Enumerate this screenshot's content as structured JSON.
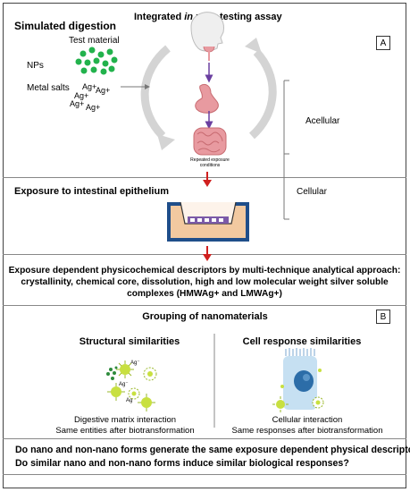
{
  "panel_a": {
    "label": "A",
    "title_prefix": "Integrated ",
    "title_italic": "in vitro",
    "title_suffix": " testing assay",
    "simulated_digestion": "Simulated digestion",
    "test_material": "Test material",
    "nps": "NPs",
    "metal_salts": "Metal salts",
    "ag_ion": "Ag+",
    "repeated_exposure_line1": "Repeated exposure",
    "repeated_exposure_line2": "conditions",
    "acellular": "Acellular",
    "cellular": "Cellular",
    "exposure_intestinal": "Exposure to intestinal epithelium",
    "descriptors_line1": "Exposure dependent physicochemical descriptors by multi-technique analytical approach:",
    "descriptors_line2": "crystallinity, chemical core, dissolution, high and low molecular weight silver soluble",
    "descriptors_line3": "complexes (HMWAg+ and LMWAg+)"
  },
  "panel_b": {
    "label": "B",
    "title": "Grouping of nanomaterials",
    "structural_title": "Structural similarities",
    "cell_title": "Cell response similarities",
    "structural_caption1": "Digestive matrix interaction",
    "structural_caption2": "Same entities after biotransformation",
    "cell_caption1": "Cellular interaction",
    "cell_caption2": "Same responses after biotransformation",
    "ag_minus": "Ag⁻"
  },
  "questions": {
    "q1": "Do nano and non-nano forms generate the same exposure dependent physical descriptors?",
    "q2": "Do similar nano and non-nano forms induce similar biological responses?"
  },
  "colors": {
    "green": "#22b24c",
    "red": "#d0201f",
    "purple": "#6a3fa0",
    "organ_pink": "#e89aa0",
    "cycle_gray": "#d4d4d4",
    "blue_frame": "#1f4e8a",
    "medium_orange": "#f2c9a0",
    "insert_purple": "#7b5aa8"
  }
}
